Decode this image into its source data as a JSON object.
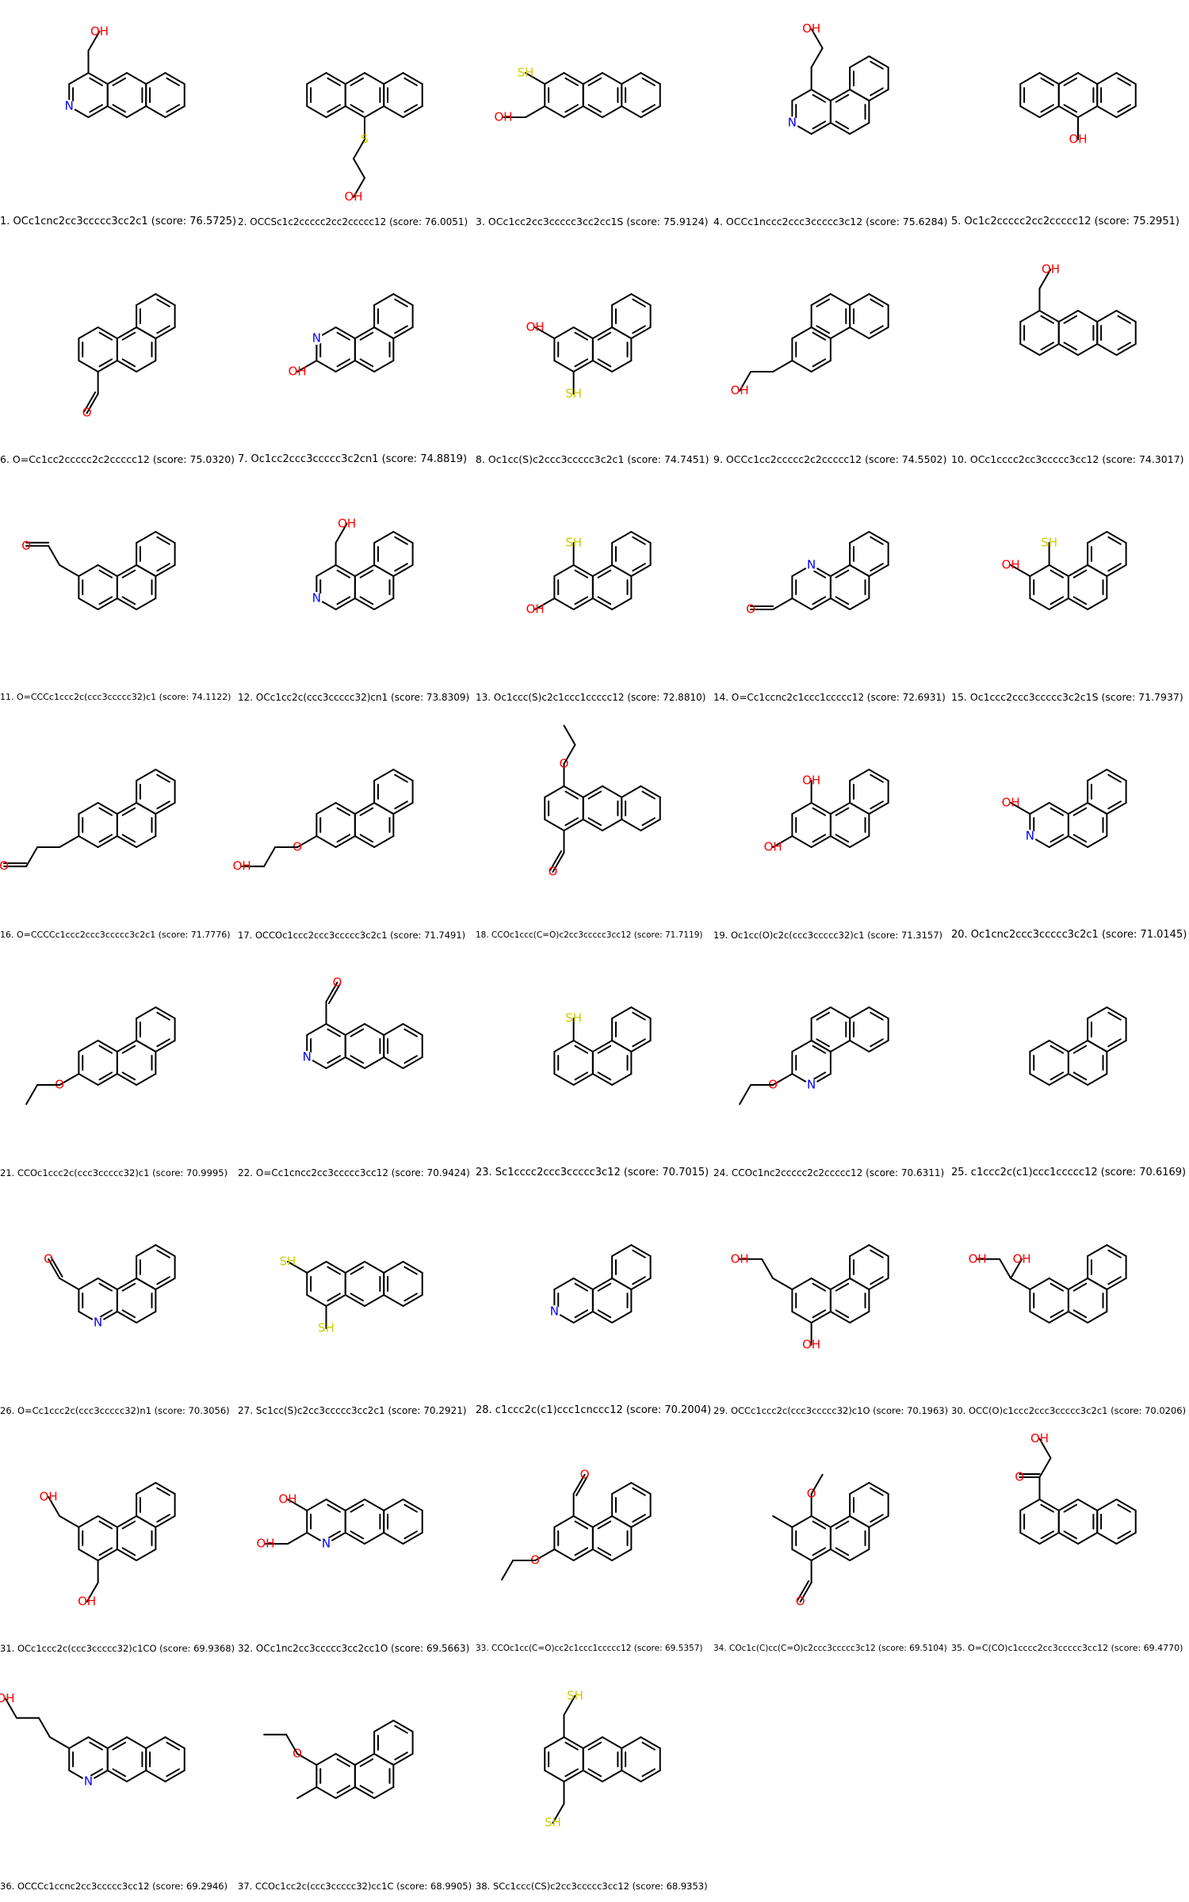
{
  "colors": {
    "carbon_bond": "#000000",
    "oxygen": "#ff0000",
    "nitrogen": "#0000ff",
    "sulfur": "#cccc00",
    "background": "#ffffff"
  },
  "molecules": [
    {
      "label": "1. OCc1cnc2cc3ccccc3cc2c1 (score: 76.5725)",
      "smiles": "OCc1cnc2cc3ccccc3cc2c1",
      "score": 76.5725
    },
    {
      "label": "2. OCCSc1c2ccccc2cc2ccccc12 (score: 76.0051)",
      "smiles": "OCCSc1c2ccccc2cc2ccccc12",
      "score": 76.0051
    },
    {
      "label": "3. OCc1cc2cc3ccccc3cc2cc1S (score: 75.9124)",
      "smiles": "OCc1cc2cc3ccccc3cc2cc1S",
      "score": 75.9124
    },
    {
      "label": "4. OCCc1nccc2ccc3ccccc3c12 (score: 75.6284)",
      "smiles": "OCCc1nccc2ccc3ccccc3c12",
      "score": 75.6284
    },
    {
      "label": "5. Oc1c2ccccc2cc2ccccc12 (score: 75.2951)",
      "smiles": "Oc1c2ccccc2cc2ccccc12",
      "score": 75.2951
    },
    {
      "label": "6. O=Cc1cc2ccccc2c2ccccc12 (score: 75.0320)",
      "smiles": "O=Cc1cc2ccccc2c2ccccc12",
      "score": 75.032
    },
    {
      "label": "7. Oc1cc2ccc3ccccc3c2cn1 (score: 74.8819)",
      "smiles": "Oc1cc2ccc3ccccc3c2cn1",
      "score": 74.8819
    },
    {
      "label": "8. Oc1cc(S)c2ccc3ccccc3c2c1 (score: 74.7451)",
      "smiles": "Oc1cc(S)c2ccc3ccccc3c2c1",
      "score": 74.7451
    },
    {
      "label": "9. OCCc1cc2ccccc2c2ccccc12 (score: 74.5502)",
      "smiles": "OCCc1cc2ccccc2c2ccccc12",
      "score": 74.5502
    },
    {
      "label": "10. OCc1cccc2cc3ccccc3cc12 (score: 74.3017)",
      "smiles": "OCc1cccc2cc3ccccc3cc12",
      "score": 74.3017
    },
    {
      "label": "11. O=CCCc1ccc2c(ccc3ccccc32)c1 (score: 74.1122)",
      "smiles": "O=CCCc1ccc2c(ccc3ccccc32)c1",
      "score": 74.1122
    },
    {
      "label": "12. OCc1cc2c(ccc3ccccc32)cn1 (score: 73.8309)",
      "smiles": "OCc1cc2c(ccc3ccccc32)cn1",
      "score": 73.8309
    },
    {
      "label": "13. Oc1ccc(S)c2c1ccc1ccccc12 (score: 72.8810)",
      "smiles": "Oc1ccc(S)c2c1ccc1ccccc12",
      "score": 72.881
    },
    {
      "label": "14. O=Cc1ccnc2c1ccc1ccccc12 (score: 72.6931)",
      "smiles": "O=Cc1ccnc2c1ccc1ccccc12",
      "score": 72.6931
    },
    {
      "label": "15. Oc1ccc2ccc3ccccc3c2c1S (score: 71.7937)",
      "smiles": "Oc1ccc2ccc3ccccc3c2c1S",
      "score": 71.7937
    },
    {
      "label": "16. O=CCCCc1ccc2ccc3ccccc3c2c1 (score: 71.7776)",
      "smiles": "O=CCCCc1ccc2ccc3ccccc3c2c1",
      "score": 71.7776
    },
    {
      "label": "17. OCCOc1ccc2ccc3ccccc3c2c1 (score: 71.7491)",
      "smiles": "OCCOc1ccc2ccc3ccccc3c2c1",
      "score": 71.7491
    },
    {
      "label": "18. CCOc1ccc(C=O)c2cc3ccccc3cc12 (score: 71.7119)",
      "smiles": "CCOc1ccc(C=O)c2cc3ccccc3cc12",
      "score": 71.7119
    },
    {
      "label": "19. Oc1cc(O)c2c(ccc3ccccc32)c1 (score: 71.3157)",
      "smiles": "Oc1cc(O)c2c(ccc3ccccc32)c1",
      "score": 71.3157
    },
    {
      "label": "20. Oc1cnc2ccc3ccccc3c2c1 (score: 71.0145)",
      "smiles": "Oc1cnc2ccc3ccccc3c2c1",
      "score": 71.0145
    },
    {
      "label": "21. CCOc1ccc2c(ccc3ccccc32)c1 (score: 70.9995)",
      "smiles": "CCOc1ccc2c(ccc3ccccc32)c1",
      "score": 70.9995
    },
    {
      "label": "22. O=Cc1cncc2cc3ccccc3cc12 (score: 70.9424)",
      "smiles": "O=Cc1cncc2cc3ccccc3cc12",
      "score": 70.9424
    },
    {
      "label": "23. Sc1cccc2ccc3ccccc3c12 (score: 70.7015)",
      "smiles": "Sc1cccc2ccc3ccccc3c12",
      "score": 70.7015
    },
    {
      "label": "24. CCOc1nc2ccccc2c2ccccc12 (score: 70.6311)",
      "smiles": "CCOc1nc2ccccc2c2ccccc12",
      "score": 70.6311
    },
    {
      "label": "25. c1ccc2c(c1)ccc1ccccc12 (score: 70.6169)",
      "smiles": "c1ccc2c(c1)ccc1ccccc12",
      "score": 70.6169
    },
    {
      "label": "26. O=Cc1ccc2c(ccc3ccccc32)n1 (score: 70.3056)",
      "smiles": "O=Cc1ccc2c(ccc3ccccc32)n1",
      "score": 70.3056
    },
    {
      "label": "27. Sc1cc(S)c2cc3ccccc3cc2c1 (score: 70.2921)",
      "smiles": "Sc1cc(S)c2cc3ccccc3cc2c1",
      "score": 70.2921
    },
    {
      "label": "28. c1ccc2c(c1)ccc1cnccc12 (score: 70.2004)",
      "smiles": "c1ccc2c(c1)ccc1cnccc12",
      "score": 70.2004
    },
    {
      "label": "29. OCCc1ccc2c(ccc3ccccc32)c1O (score: 70.1963)",
      "smiles": "OCCc1ccc2c(ccc3ccccc32)c1O",
      "score": 70.1963
    },
    {
      "label": "30. OCC(O)c1ccc2ccc3ccccc3c2c1 (score: 70.0206)",
      "smiles": "OCC(O)c1ccc2ccc3ccccc3c2c1",
      "score": 70.0206
    },
    {
      "label": "31. OCc1ccc2c(ccc3ccccc32)c1CO (score: 69.9368)",
      "smiles": "OCc1ccc2c(ccc3ccccc32)c1CO",
      "score": 69.9368
    },
    {
      "label": "32. OCc1nc2cc3ccccc3cc2cc1O (score: 69.5663)",
      "smiles": "OCc1nc2cc3ccccc3cc2cc1O",
      "score": 69.5663
    },
    {
      "label": "33. CCOc1cc(C=O)cc2c1ccc1ccccc12 (score: 69.5357)",
      "smiles": "CCOc1cc(C=O)cc2c1ccc1ccccc12",
      "score": 69.5357
    },
    {
      "label": "34. COc1c(C)cc(C=O)c2ccc3ccccc3c12 (score: 69.5104)",
      "smiles": "COc1c(C)cc(C=O)c2ccc3ccccc3c12",
      "score": 69.5104
    },
    {
      "label": "35. O=C(CO)c1cccc2cc3ccccc3cc12 (score: 69.4770)",
      "smiles": "O=C(CO)c1cccc2cc3ccccc3cc12",
      "score": 69.477
    },
    {
      "label": "36. OCCCc1ccnc2cc3ccccc3cc12 (score: 69.2946)",
      "smiles": "OCCCc1ccnc2cc3ccccc3cc12",
      "score": 69.2946
    },
    {
      "label": "37. CCOc1cc2c(ccc3ccccc32)cc1C (score: 68.9905)",
      "smiles": "CCOc1cc2c(ccc3ccccc32)cc1C",
      "score": 68.9905
    },
    {
      "label": "38. SCc1ccc(CS)c2cc3ccccc3cc12 (score: 68.9353)",
      "smiles": "SCc1ccc(CS)c2cc3ccccc3cc12",
      "score": 68.9353
    }
  ]
}
